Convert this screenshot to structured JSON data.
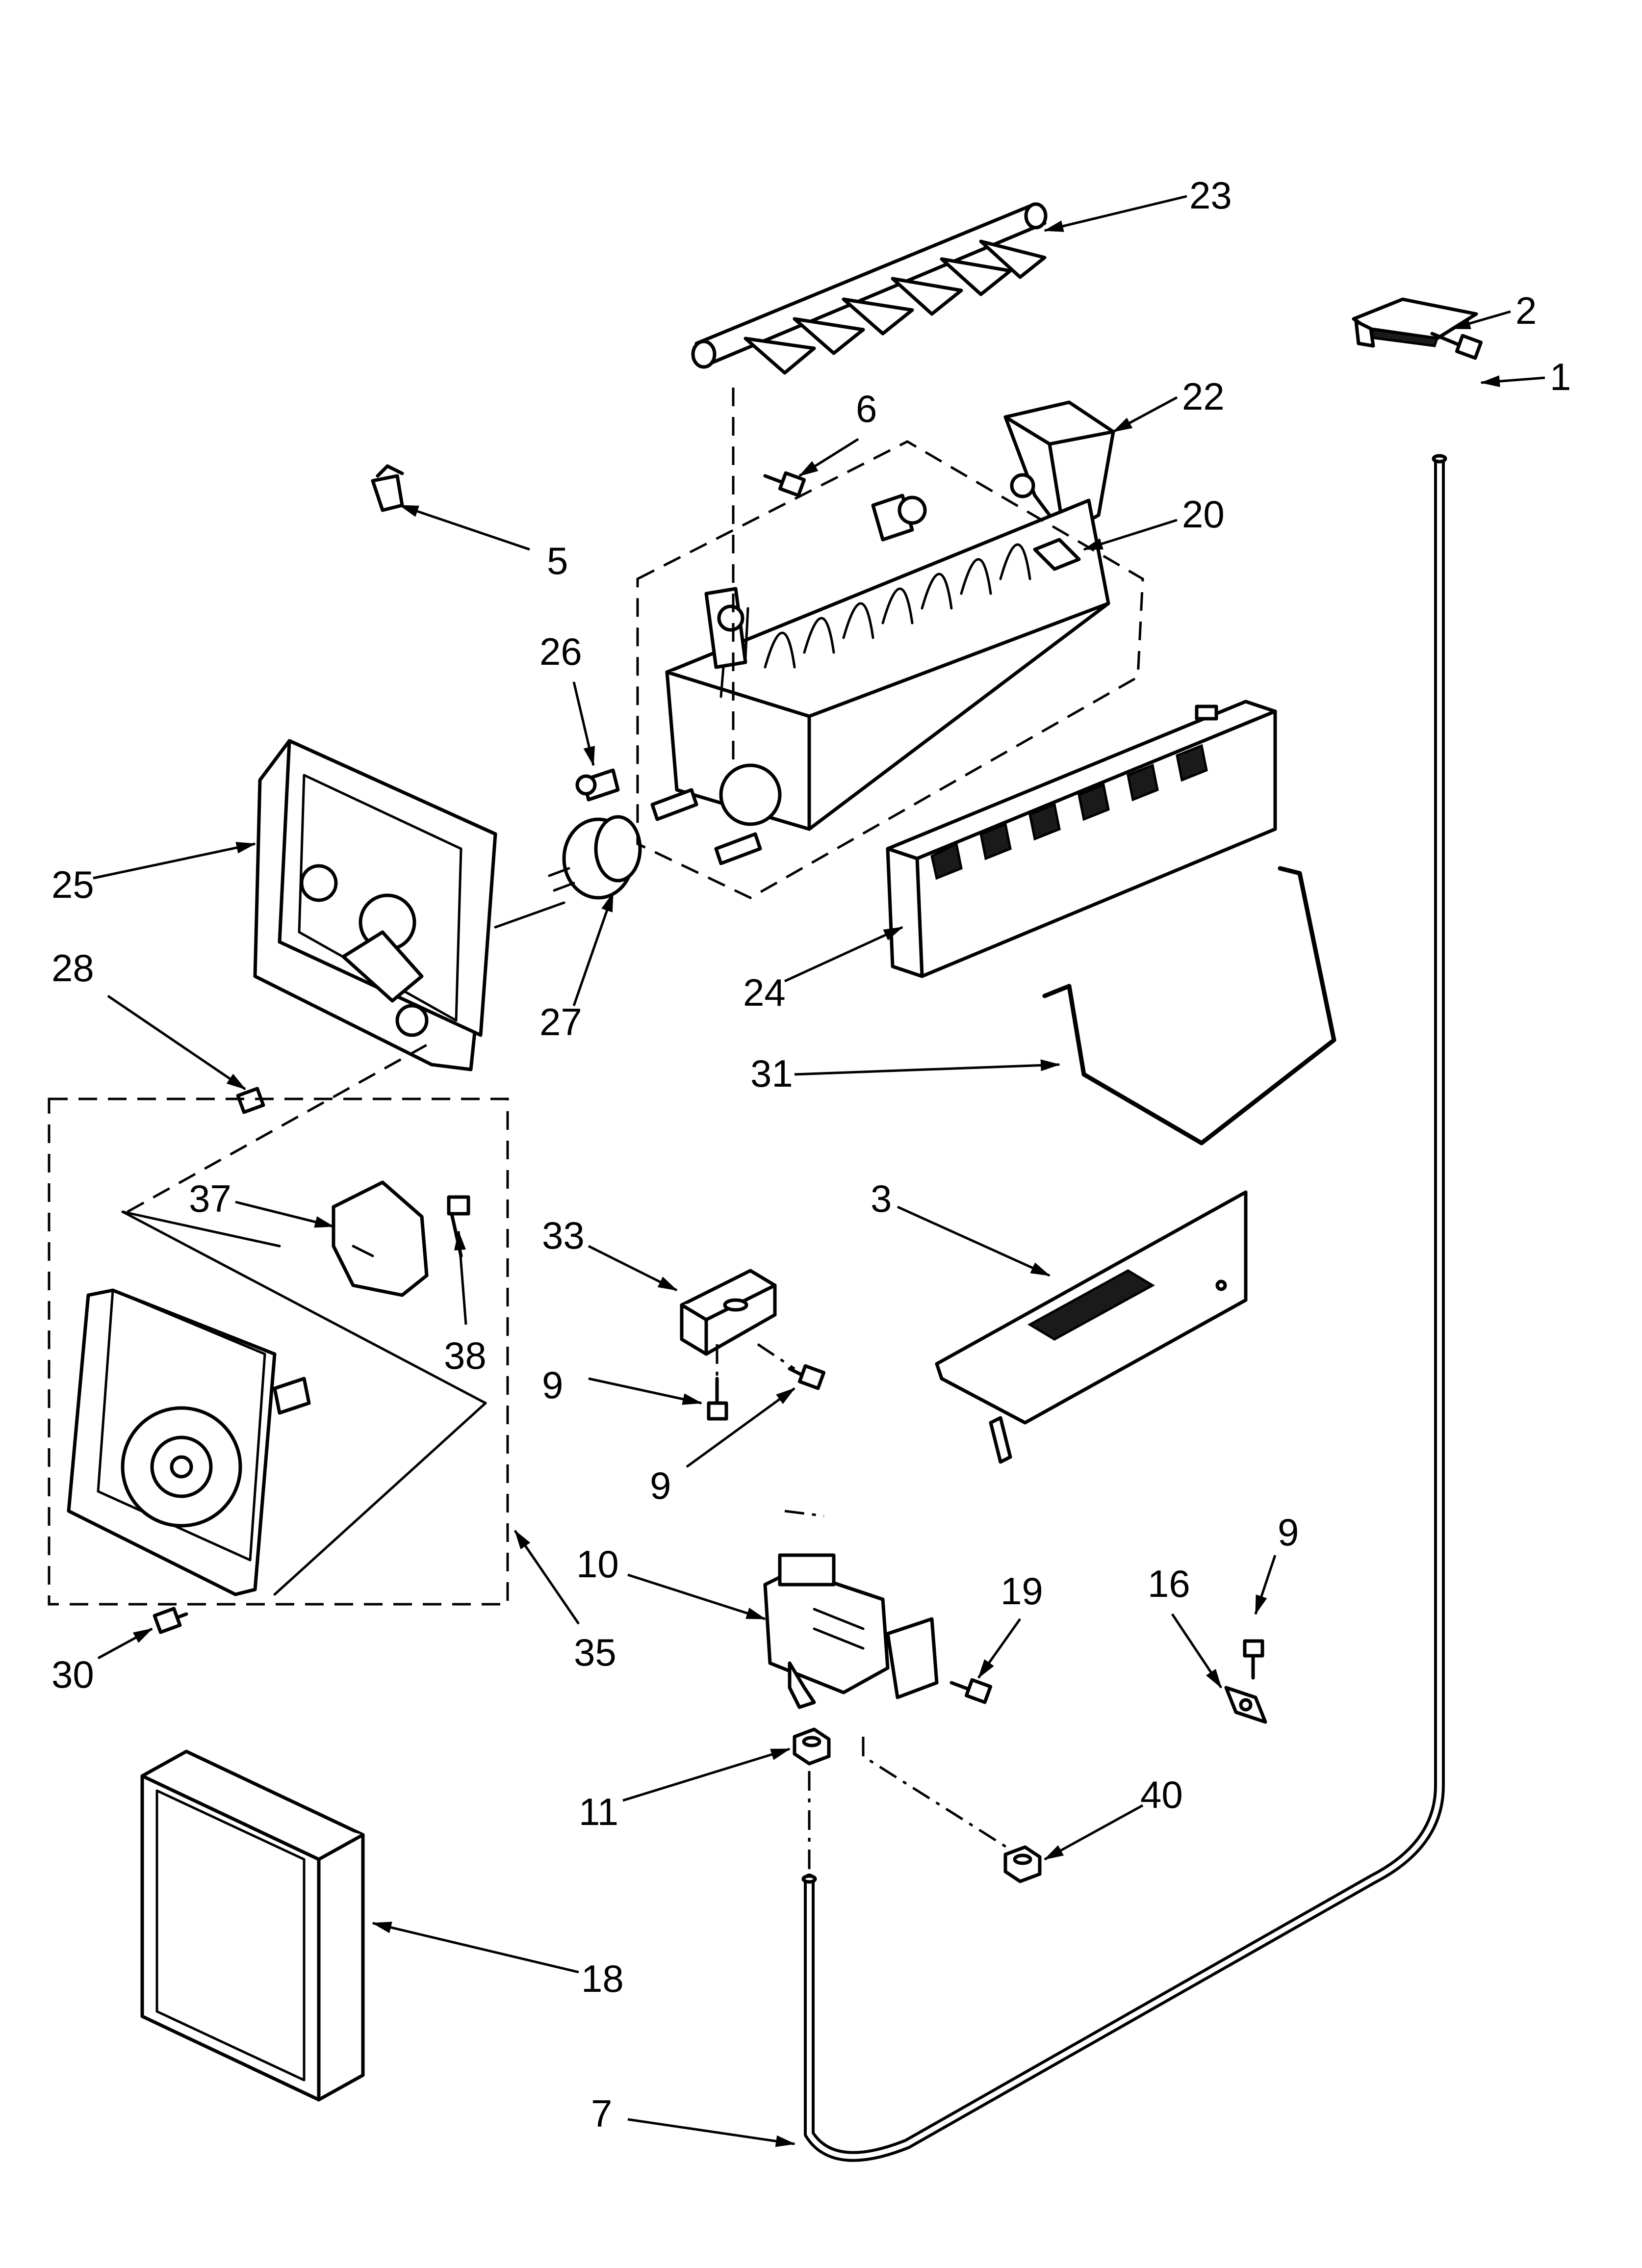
{
  "callouts": {
    "c1": "1",
    "c2": "2",
    "c3": "3",
    "c5": "5",
    "c6": "6",
    "c7": "7",
    "c9a": "9",
    "c9b": "9",
    "c9c": "9",
    "c10": "10",
    "c11": "11",
    "c16": "16",
    "c18": "18",
    "c19": "19",
    "c20": "20",
    "c22": "22",
    "c23": "23",
    "c24": "24",
    "c25": "25",
    "c26": "26",
    "c27": "27",
    "c28": "28",
    "c30": "30",
    "c31": "31",
    "c33": "33",
    "c35": "35",
    "c37": "37",
    "c38": "38",
    "c40": "40"
  },
  "colors": {
    "line": "#000000",
    "background": "#ffffff"
  }
}
